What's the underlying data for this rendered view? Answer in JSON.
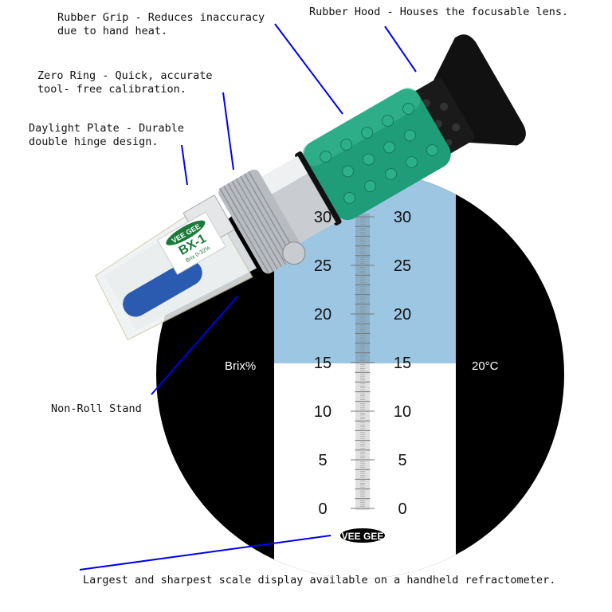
{
  "annotations": {
    "rubber_grip": [
      "Rubber Grip - Reduces inaccuracy",
      "due to hand heat."
    ],
    "rubber_hood": [
      "Rubber Hood - Houses the focusable lens."
    ],
    "zero_ring": [
      "Zero Ring - Quick, accurate",
      "tool- free calibration."
    ],
    "daylight_plate": [
      "Daylight Plate - Durable",
      "double hinge design."
    ],
    "non_roll_stand": [
      "Non-Roll Stand"
    ],
    "scale_display": [
      "Largest and sharpest scale display available on a handheld refractometer."
    ]
  },
  "scale": {
    "left_label": "Brix%",
    "right_label": "20°C",
    "ticks": [
      "0",
      "5",
      "10",
      "15",
      "20",
      "25",
      "30"
    ],
    "reading_brix": 15,
    "range": [
      0,
      30
    ],
    "brand": "VEE GEE"
  },
  "product_label": {
    "brand": "VEE GEE",
    "model": "BX-1",
    "range_text": "Brix 0-32%"
  },
  "colors": {
    "annotation_line": "#0000ee",
    "scale_blue": "#9cc6e2",
    "grip_green": "#1f9c78",
    "label_green": "#1a7a3a"
  }
}
